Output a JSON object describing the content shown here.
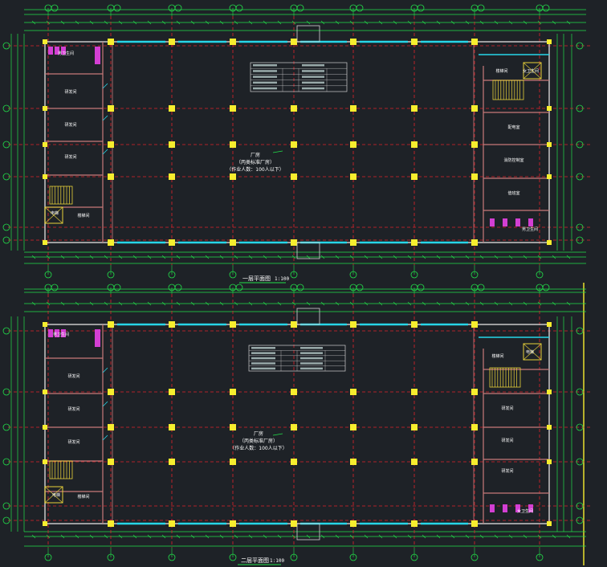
{
  "colors": {
    "background": "#1e2227",
    "dimension": "#22e04a",
    "axis": "#e0242c",
    "wall_exterior": "#d4d4d4",
    "wall_interior": "#c77a7a",
    "window": "#27d6e8",
    "column": "#f7ee2e",
    "stair": "#e8d23a",
    "fixture": "#d33fd3",
    "room_text": "#ffffff",
    "note_border": "#cfcfcf"
  },
  "plans": [
    {
      "title": "一层平面图",
      "scale": "1:100",
      "hall_label": "厂房",
      "hall_sub": "（丙类标准厂房）",
      "hall_occupancy": "（作业人数：100人以下）",
      "rooms_left": [
        "男卫生间",
        "研发间",
        "研发间",
        "研发间",
        "电梯",
        "楼梯间"
      ],
      "rooms_right": [
        "女卫生间",
        "楼梯间",
        "配电室",
        "消防控制室",
        "值班室",
        "男卫生间"
      ]
    },
    {
      "title": "二层平面图",
      "scale": "1:100",
      "hall_label": "厂房",
      "hall_sub": "（丙类标准厂房）",
      "hall_occupancy": "（作业人数：100人以下）",
      "rooms_left": [
        "男卫生间",
        "研发间",
        "研发间",
        "研发间",
        "楼梯间",
        "电梯"
      ],
      "rooms_right": [
        "电梯",
        "楼梯间",
        "研发间",
        "研发间",
        "研发间",
        "女卫生间"
      ]
    }
  ]
}
